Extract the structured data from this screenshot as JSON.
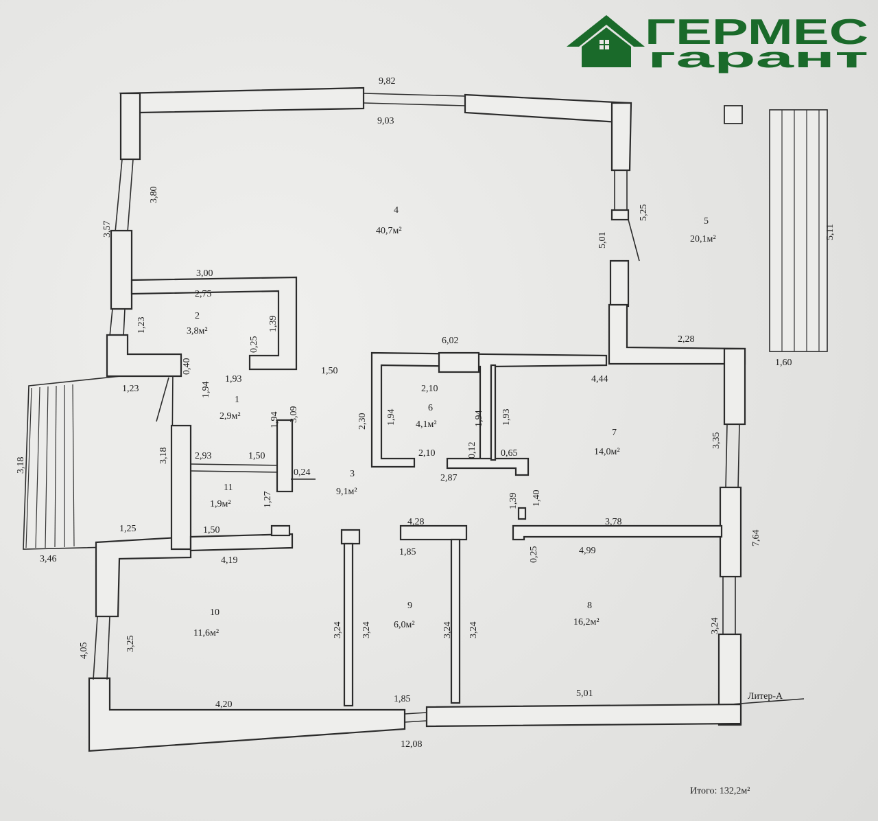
{
  "logo": {
    "line1": "ГЕРМЕС",
    "line2": "гарант",
    "color": "#1a6a2a"
  },
  "rooms": [
    {
      "id": "1",
      "number": "1",
      "area": "2,9м²"
    },
    {
      "id": "2",
      "number": "2",
      "area": "3,8м²"
    },
    {
      "id": "3",
      "number": "3",
      "area": "9,1м²"
    },
    {
      "id": "4",
      "number": "4",
      "area": "40,7м²"
    },
    {
      "id": "5",
      "number": "5",
      "area": "20,1м²"
    },
    {
      "id": "6",
      "number": "6",
      "area": "4,1м²"
    },
    {
      "id": "7",
      "number": "7",
      "area": "14,0м²"
    },
    {
      "id": "8",
      "number": "8",
      "area": "16,2м²"
    },
    {
      "id": "9",
      "number": "9",
      "area": "6,0м²"
    },
    {
      "id": "10",
      "number": "10",
      "area": "11,6м²"
    },
    {
      "id": "11",
      "number": "11",
      "area": "1,9м²"
    }
  ],
  "dimensions": [
    "9,82",
    "9,03",
    "3,80",
    "3,57",
    "3,00",
    "2,75",
    "1,39",
    "1,23",
    "0,25",
    "0,40",
    "1,93",
    "1,94",
    "1,50",
    "1,23",
    "3,18",
    "3,18",
    "2,93",
    "1,50",
    "1,94",
    "3,09",
    "0,24",
    "1,27",
    "1,25",
    "1,50",
    "3,46",
    "4,19",
    "6,02",
    "2,10",
    "2,30",
    "1,94",
    "1,94",
    "1,93",
    "0,12",
    "2,10",
    "0,65",
    "2,87",
    "1,39",
    "1,40",
    "4,44",
    "2,28",
    "1,60",
    "3,35",
    "7,64",
    "5,25",
    "5,01",
    "5,11",
    "4,28",
    "1,85",
    "3,78",
    "0,25",
    "4,99",
    "3,24",
    "3,24",
    "3,24",
    "3,24",
    "3,24",
    "3,25",
    "4,05",
    "4,20",
    "1,85",
    "5,01",
    "12,08"
  ],
  "label_liter": "Литер-А",
  "total": "Итого: 132,2м²"
}
